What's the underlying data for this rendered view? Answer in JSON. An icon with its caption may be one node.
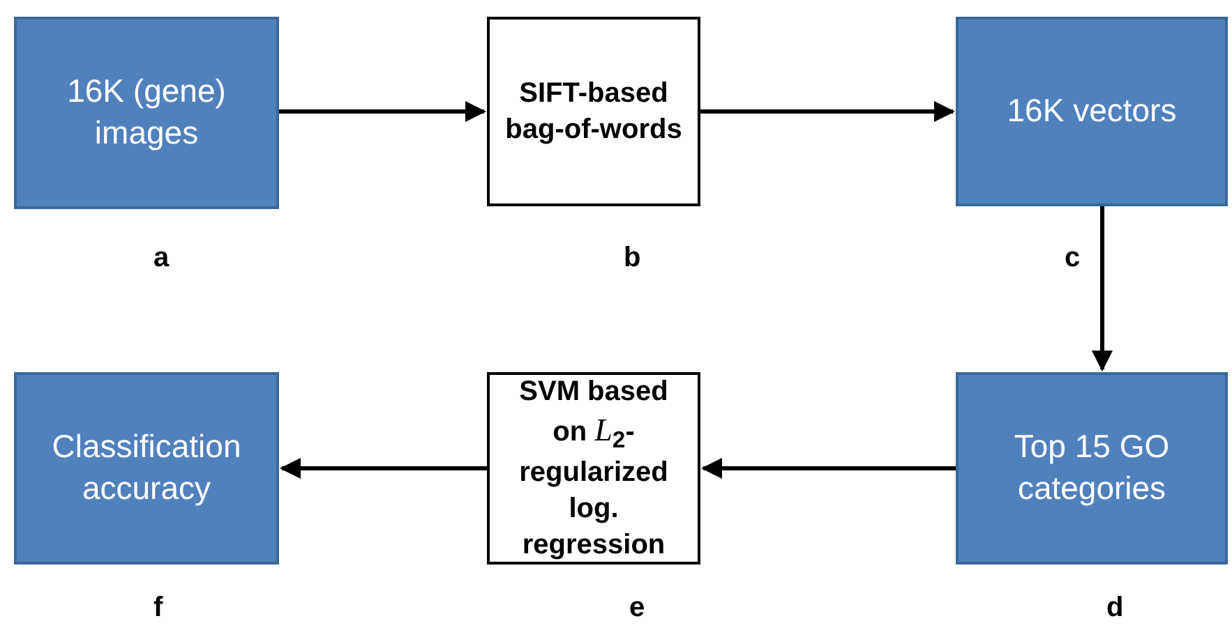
{
  "diagram": {
    "nodes": [
      {
        "text": [
          "16K (gene) images"
        ],
        "beside": [
          "a"
        ]
      },
      {
        "text": [
          "SIFT-based bag-of-words"
        ],
        "beside": [
          "b"
        ]
      },
      {
        "text": [
          "16K vectors"
        ],
        "beside": [
          "c"
        ]
      },
      {
        "text": [
          "Top 15 GO categories"
        ],
        "beside": [
          "d"
        ]
      },
      {
        "text": [
          "SVM based on *L*$_{2}$-regularized log. regression"
        ],
        "beside": [
          "e"
        ]
      },
      {
        "text": [
          "Classification accuracy"
        ],
        "beside": [
          "f"
        ]
      }
    ],
    "edges": [
      {
        "from": 0,
        "to": 1,
        "arrow": "to"
      },
      {
        "from": 1,
        "to": 2,
        "arrow": "to"
      },
      {
        "from": 2,
        "to": 3,
        "arrow": "to"
      },
      {
        "from": 3,
        "to": 4,
        "arrow": "to"
      },
      {
        "from": 4,
        "to": 5,
        "arrow": "to"
      }
    ]
  }
}
